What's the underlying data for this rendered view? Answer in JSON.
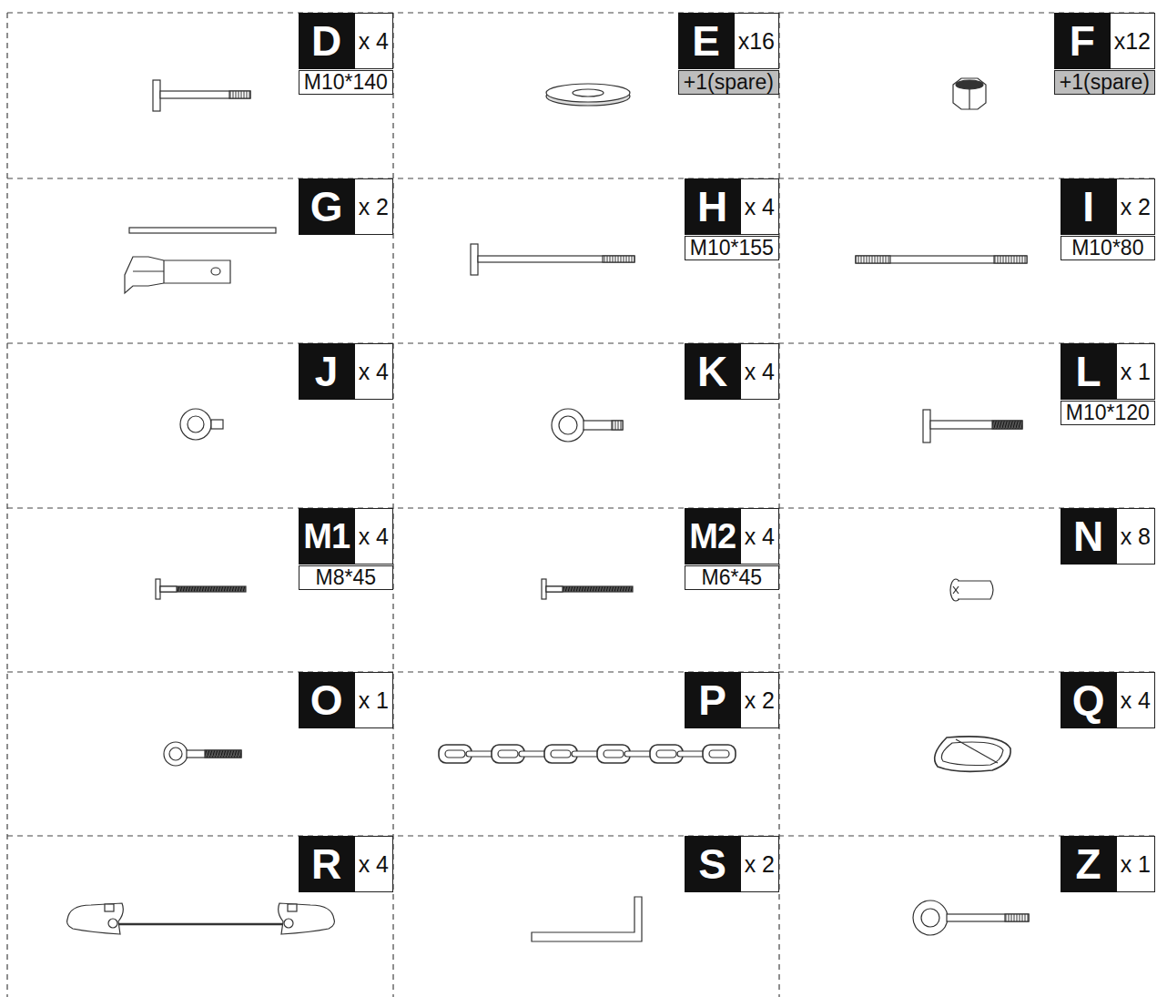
{
  "diagram": {
    "labels": [
      "D",
      "x 4",
      "M10*140",
      "E",
      "x16",
      "+1(spare)",
      "F",
      "x12",
      "+1(spare)",
      "G",
      "x 2",
      "H",
      "x 4",
      "M10*155",
      "I",
      "x 2",
      "M10*80",
      "J",
      "x 4",
      "K",
      "x 4",
      "L",
      "x 1",
      "M10*120",
      "M1",
      "x 4",
      "M8*45",
      "M2",
      "x 4",
      "M6*45",
      "N",
      "x 8",
      "O",
      "x 1",
      "P",
      "x 2",
      "Q",
      "x 4",
      "R",
      "x 4",
      "S",
      "x 2",
      "Z",
      "x 1"
    ]
  }
}
